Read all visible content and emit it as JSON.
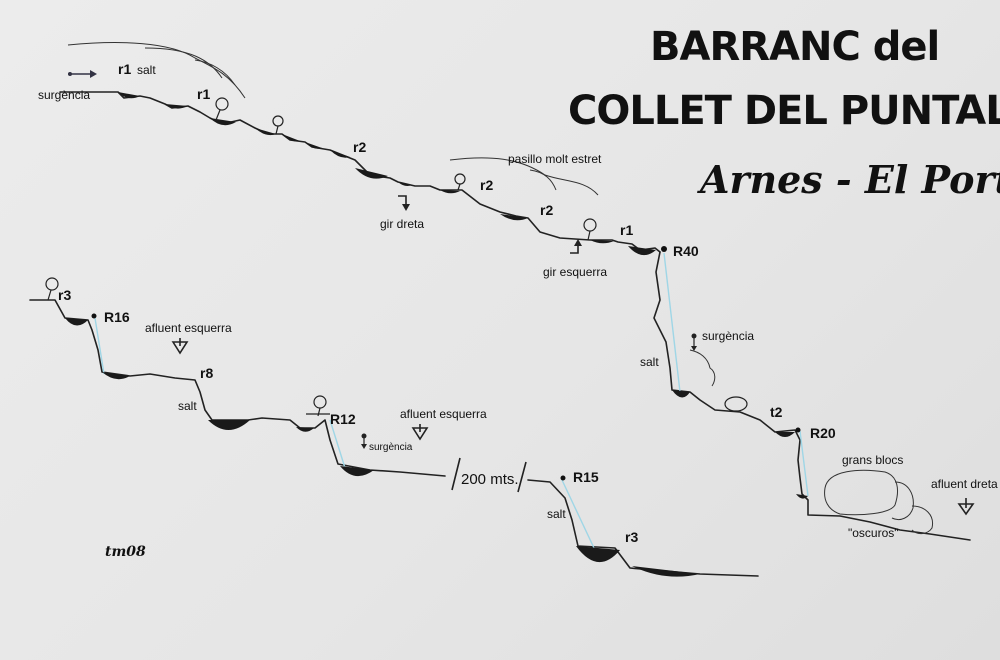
{
  "title": {
    "line1": "BARRANC del",
    "line2": "COLLET DEL PUNTALET",
    "line3": "Arnes - El Port"
  },
  "signature": "tm08",
  "labels": {
    "surgencia_top": "surgència",
    "r1_salt": "r1",
    "salt_word_top": "salt",
    "r1_second": "r1",
    "r2_first": "r2",
    "gir_dreta": "gir dreta",
    "pasillo": "pasillo molt estret",
    "r2_second": "r2",
    "r2_third": "r2",
    "r1_third": "r1",
    "gir_esquerra": "gir esquerra",
    "R40": "R40",
    "surgencia_right": "surgència",
    "salt_right": "salt",
    "t2": "t2",
    "R20": "R20",
    "grans_blocs": "grans blocs",
    "oscuros": "\"oscuros\"",
    "afluent_dreta": "afluent dreta",
    "r3_left": "r3",
    "R16": "R16",
    "afluent_esq_1": "afluent esquerra",
    "r8": "r8",
    "salt_mid": "salt",
    "R12": "R12",
    "afluent_esq_2": "afluent esquerra",
    "surgencia_mid": "surgència",
    "dist_200": "200 mts.",
    "R15": "R15",
    "salt_low": "salt",
    "r3_low": "r3"
  }
}
